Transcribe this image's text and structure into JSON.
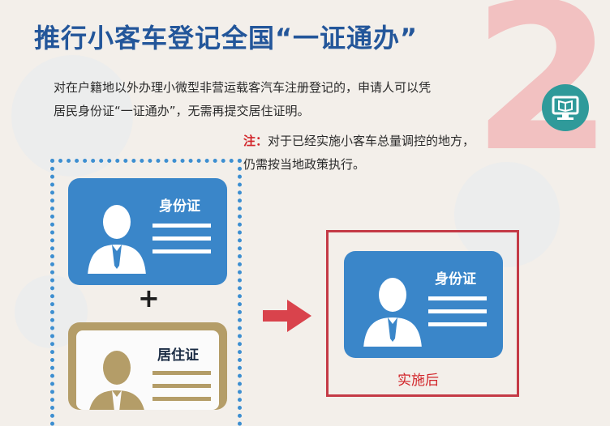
{
  "title": "推行小客车登记全国“一证通办”",
  "step_number": "2",
  "paragraph": "对在户籍地以外办理小微型非营运载客汽车注册登记的，申请人可以凭居民身份证“一证通办”，无需再提交居住证明。",
  "note": {
    "label": "注：",
    "text": "对于已经实施小客车总量调控的地方，仍需按当地政策执行。"
  },
  "cards": {
    "id_card_label": "身份证",
    "residence_card_label": "居住证",
    "plus_sign": "+",
    "after_id_card_label": "身份证"
  },
  "after_label": "实施后",
  "icons": {
    "badge": "computer-screen-icon",
    "arrow": "arrow-right-icon",
    "person": "person-silhouette-icon"
  },
  "colors": {
    "title": "#23569a",
    "id_card": "#3a86c9",
    "residence_card": "#b49d68",
    "accent_red": "#d2262b",
    "badge": "#2f9a9a",
    "dashed_border": "#3d8fd1"
  }
}
